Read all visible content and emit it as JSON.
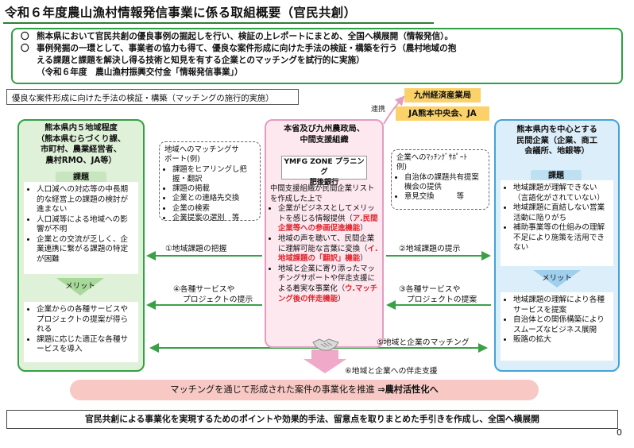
{
  "title": "令和６年度農山漁村情報発信事業に係る取組概要（官民共創）",
  "summary": {
    "line1_marker": "〇",
    "line1": "熊本県において官民共創の優良事例の掘起しを行い、検証の上レポートにまとめ、全国へ横展開（情報発信）。",
    "line2_marker": "〇",
    "line2a": "事例発掘の一環として、事業者の協力も得て、優良な案件形成に向けた手法の検証・構築を行う（農村地域の抱",
    "line2b": "える課題と課題を解決し得る技術と知見を有する企業とのマッチングを試行的に実施）",
    "funding": "（令和６年度　農山漁村振興交付金「情報発信事業」）"
  },
  "method_box": "優良な案件形成に向けた手法の検証・構築（マッチングの施行的実施）",
  "orange_boxes": [
    "九州経済産業局",
    "JA熊本中央会、JA"
  ],
  "renkei": "連携",
  "left_panel": {
    "title_lines": [
      "熊本県内５地域程度",
      "（熊本県むらづくり課、",
      "市町村、農業経営者、",
      "農村RMO、JA等）"
    ],
    "issues_label": "課題",
    "issues": [
      "人口減への対応等の中長期的な経営上の課題の検討が進まない",
      "人口減等による地域への影響が不明",
      "企業との交流が乏しく、企業連携に繋がる課題の特定が困難"
    ],
    "merit_label": "メリット",
    "merits": [
      "企業からの各種サービスやプロジェクトの提案が得られる",
      "課題に応じた適正な各種サービスを導入"
    ]
  },
  "left_support": {
    "lines": [
      "地域へのマッチングサ",
      "ポート(例)"
    ],
    "items": [
      "課題をヒアリングし把握・翻訳",
      "課題の掲載",
      "企業との連絡先交換",
      "企業の検索",
      "企業提案の選別　等"
    ]
  },
  "center_panel": {
    "title_lines": [
      "本省及び九州農政局、",
      "中間支援組織"
    ],
    "ymfg": "YMFG ZONE",
    "ymfg_suffix": "プラニング",
    "ymfg_line2": "肥後銀行",
    "intro": "中間支援組織が民間企業リストを作成した上で",
    "b1_text": "企業がビジネスとしてメリットを感じる情報提供（",
    "b1_red": "ア.民間企業等への参画促進機能",
    "b1_tail": "）",
    "b2_text": "地域の声を聴いて、民間企業に理解可能な言葉に変換（",
    "b2_red": "イ.地域課題の「翻訳」機能",
    "b2_tail": "）",
    "b3_text": "地域と企業に寄り添ったマッチングサポートや伴走支援による着実な事業化（",
    "b3_red": "ウ.マッチング後の伴走機能",
    "b3_tail": "）"
  },
  "right_support": {
    "lines": [
      "企業へのﾏｯﾁﾝｸﾞｻﾎﾟｰﾄ",
      "例)"
    ],
    "items": [
      "自治体の課題共有提案機会の提供",
      "意見交換　　　等"
    ]
  },
  "right_panel": {
    "title_lines": [
      "熊本県内を中心とする",
      "民間企業（企業、商工",
      "会議所、地銀等）"
    ],
    "issues_label": "課題",
    "issues": [
      "地域課題が理解できない（言語化がされていない）",
      "地域課題に直結しない営業活動に陥りがち",
      "補助事業等の仕組みの理解不足により施策を活用できない"
    ],
    "merit_label": "メリット",
    "merits": [
      "地域課題の理解により各種サービスを提案",
      "自治体との関係構築によりスムーズなビジネス展開",
      "販路の拡大"
    ]
  },
  "flows": {
    "f1": "①地域課題の把握",
    "f2": "②地域課題の提示",
    "f3a": "③各種サービスや",
    "f3b": "プロジェクトの提案",
    "f4a": "④各種サービスや",
    "f4b": "プロジェクトの提示",
    "f5": "⑤地域と企業のマッチング",
    "f6": "⑥地域と企業への伴走支援"
  },
  "pink_bar": {
    "text": "マッチングを通じて形成された案件の事業化を推進",
    "arrow": "⇒",
    "bold": "農村活性化へ"
  },
  "bottom_box": "官民共創による事業化を実現するためのポイントや効果的手法、留意点を取りまとめた手引きを作成し、全国へ横展開",
  "page_number": "0",
  "colors": {
    "green": "#2ea043",
    "light_green": "#dff1d8",
    "blue": "#44a3d8",
    "light_blue": "#dceefa",
    "pink": "#fde8f0",
    "orange": "#fbd26a",
    "red": "#e0242a",
    "salmon": "#f8c9c4"
  },
  "icons": [
    "handshake-icon"
  ]
}
